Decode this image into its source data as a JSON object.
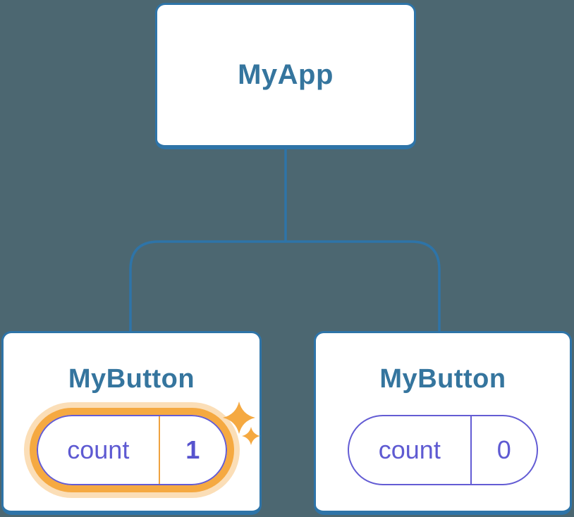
{
  "diagram": {
    "root": {
      "label": "MyApp"
    },
    "children": [
      {
        "label": "MyButton",
        "state_key": "count",
        "state_value": "1",
        "highlighted": true
      },
      {
        "label": "MyButton",
        "state_key": "count",
        "state_value": "0",
        "highlighted": false
      }
    ]
  },
  "colors": {
    "background": "#4C6771",
    "node_border_blue": "#2E74A8",
    "node_text_blue": "#35759E",
    "state_indigo": "#5E5AD2",
    "highlight_orange": "#F5A941",
    "highlight_halo": "rgba(245,169,65,0.38)"
  },
  "icons": {
    "sparkle": "four-pointed-star"
  }
}
